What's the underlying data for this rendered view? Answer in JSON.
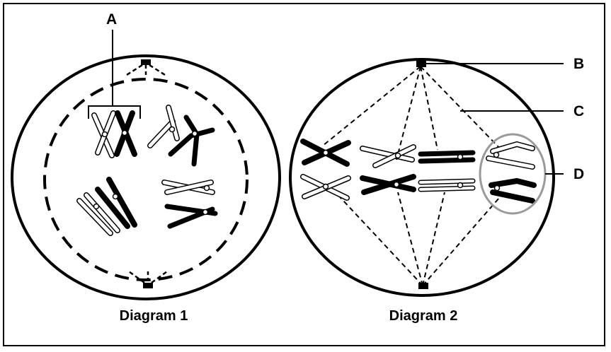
{
  "diagram1": {
    "caption": "Diagram 1"
  },
  "diagram2": {
    "caption": "Diagram 2"
  },
  "labels": {
    "a": "A",
    "b": "B",
    "c": "C",
    "d": "D"
  },
  "colors": {
    "line": "#000000",
    "outline": "#000000",
    "highlight": "#9a9a9a",
    "background": "#ffffff"
  }
}
